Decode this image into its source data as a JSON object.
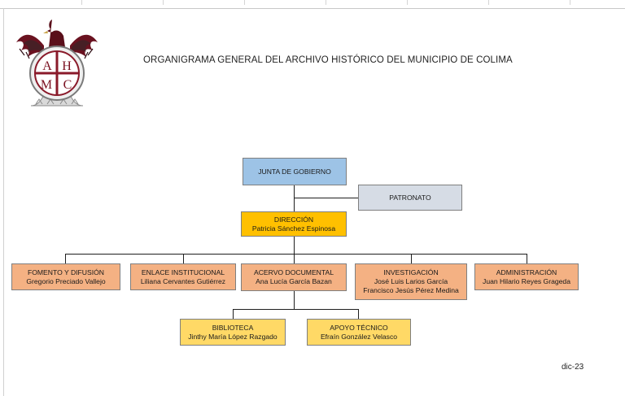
{
  "logo": {
    "letters": [
      "A",
      "H",
      "M",
      "C"
    ]
  },
  "title": "ORGANIGRAMA GENERAL DEL ARCHIVO HISTÓRICO DEL MUNICIPIO DE COLIMA",
  "org": {
    "junta": {
      "label": "JUNTA DE GOBIERNO"
    },
    "patronato": {
      "label": "PATRONATO"
    },
    "direccion": {
      "label": "DIRECCIÓN",
      "person": "Patricia Sánchez Espinosa"
    },
    "units": [
      {
        "label": "FOMENTO Y DIFUSIÓN",
        "person": "Gregorio Preciado Vallejo"
      },
      {
        "label": "ENLACE INSTITUCIONAL",
        "person": "Liliana Cervantes Gutiérrez"
      },
      {
        "label": "ACERVO DOCUMENTAL",
        "person": "Ana Lucía García Bazan"
      },
      {
        "label": "INVESTIGACIÓN",
        "person": "José Luis Larios García",
        "person2": "Francisco Jesús Pérez Medina"
      },
      {
        "label": "ADMINISTRACIÓN",
        "person": "Juan Hilario Reyes Grageda"
      }
    ],
    "sub_units": [
      {
        "label": "BIBLIOTECA",
        "person": "Jinthy María López Razgado"
      },
      {
        "label": "APOYO TÉCNICO",
        "person": "Efraín González Velasco"
      }
    ]
  },
  "date": "dic-23"
}
